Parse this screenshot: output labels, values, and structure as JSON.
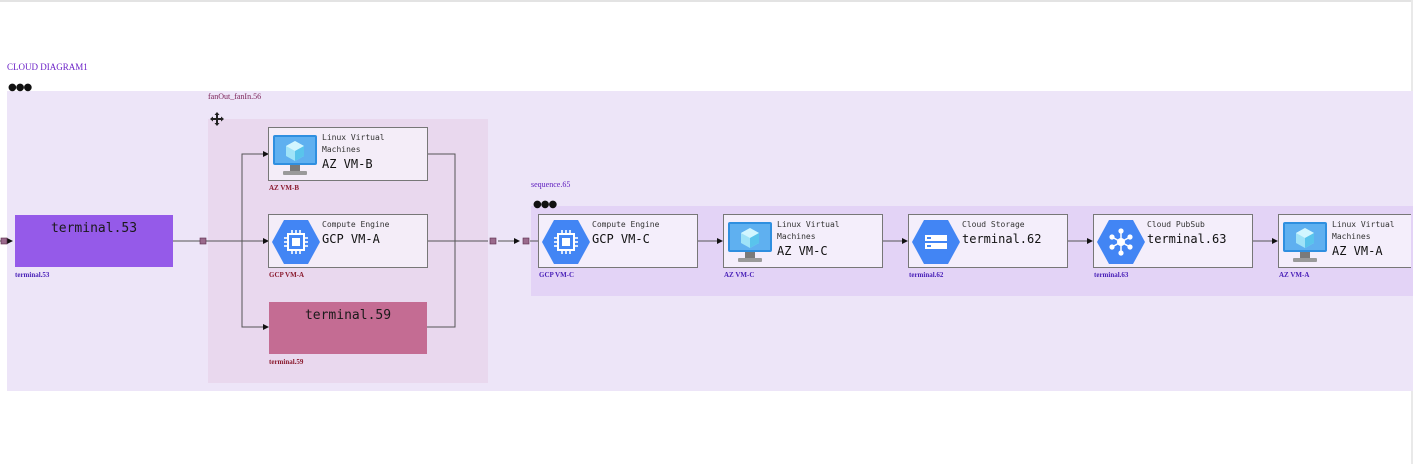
{
  "diagram": {
    "title": "CLOUD DIAGRAM1",
    "fan_group": {
      "label": "fanOut_fanIn.56"
    },
    "seq_group": {
      "label": "sequence.65"
    },
    "nodes": {
      "terminal53": {
        "name": "terminal.53",
        "caption": "terminal.53"
      },
      "azvmb": {
        "service": "Linux Virtual Machines",
        "name": "AZ VM-B",
        "caption": "AZ VM-B",
        "icon": "azure-vm-icon"
      },
      "gcpvma": {
        "service": "Compute Engine",
        "name": "GCP VM-A",
        "caption": "GCP VM-A",
        "icon": "compute-engine-icon"
      },
      "terminal59": {
        "name": "terminal.59",
        "caption": "terminal.59"
      },
      "gcpvmc": {
        "service": "Compute Engine",
        "name": "GCP VM-C",
        "caption": "GCP VM-C",
        "icon": "compute-engine-icon"
      },
      "azvmc": {
        "service": "Linux Virtual Machines",
        "name": "AZ VM-C",
        "caption": "AZ VM-C",
        "icon": "azure-vm-icon"
      },
      "terminal62": {
        "service": "Cloud Storage",
        "name": "terminal.62",
        "caption": "terminal.62",
        "icon": "cloud-storage-icon"
      },
      "terminal63": {
        "service": "Cloud PubSub",
        "name": "terminal.63",
        "caption": "terminal.63",
        "icon": "pubsub-icon"
      },
      "azvma": {
        "service": "Linux Virtual Machines",
        "name": "AZ VM-A",
        "caption": "AZ VM-A",
        "icon": "azure-vm-icon"
      }
    }
  },
  "colors": {
    "outer_group": "#ede5f8",
    "fan_group": "#e9d8ee",
    "seq_group": "#e3d3f6",
    "terminal53": "#955ae9",
    "terminal59": "#c46c93",
    "gcp_blue": "#4285f4",
    "azure_blue": "#2f8fe0",
    "port": "#9a6a8c"
  }
}
